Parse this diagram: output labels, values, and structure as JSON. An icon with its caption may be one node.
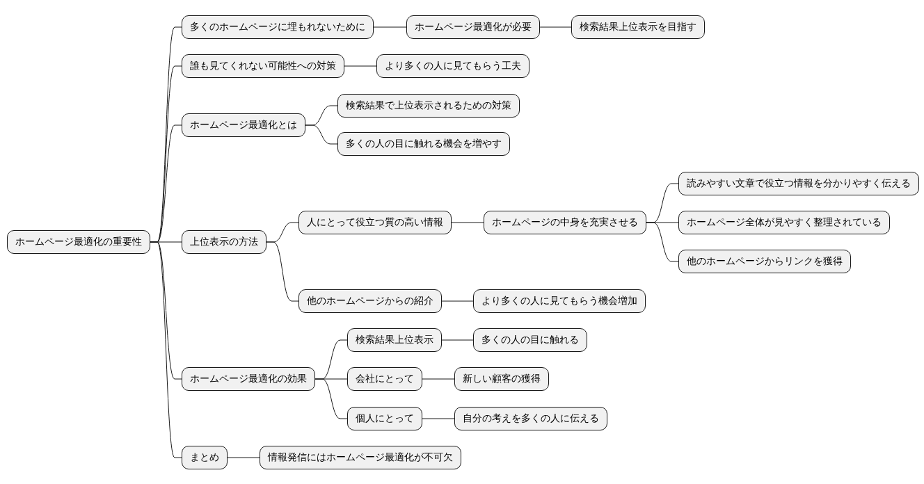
{
  "diagram": {
    "nodes": [
      {
        "text": [
          "ホームページ最適化の重要性"
        ]
      },
      {
        "text": [
          "多くのホームページに埋もれないために"
        ]
      },
      {
        "text": [
          "ホームページ最適化が必要"
        ]
      },
      {
        "text": [
          "検索結果上位表示を目指す"
        ]
      },
      {
        "text": [
          "誰も見てくれない可能性への対策"
        ]
      },
      {
        "text": [
          "より多くの人に見てもらう工夫"
        ]
      },
      {
        "text": [
          "ホームページ最適化とは"
        ]
      },
      {
        "text": [
          "検索結果で上位表示されるための対策"
        ]
      },
      {
        "text": [
          "多くの人の目に触れる機会を増やす"
        ]
      },
      {
        "text": [
          "上位表示の方法"
        ]
      },
      {
        "text": [
          "人にとって役立つ質の高い情報"
        ]
      },
      {
        "text": [
          "ホームページの中身を充実させる"
        ]
      },
      {
        "text": [
          "読みやすい文章で役立つ情報を分かりやすく伝える"
        ]
      },
      {
        "text": [
          "ホームページ全体が見やすく整理されている"
        ]
      },
      {
        "text": [
          "他のホームページからリンクを獲得"
        ]
      },
      {
        "text": [
          "他のホームページからの紹介"
        ]
      },
      {
        "text": [
          "より多くの人に見てもらう機会増加"
        ]
      },
      {
        "text": [
          "ホームページ最適化の効果"
        ]
      },
      {
        "text": [
          "検索結果上位表示"
        ]
      },
      {
        "text": [
          "多くの人の目に触れる"
        ]
      },
      {
        "text": [
          "会社にとって"
        ]
      },
      {
        "text": [
          "新しい顧客の獲得"
        ]
      },
      {
        "text": [
          "個人にとって"
        ]
      },
      {
        "text": [
          "自分の考えを多くの人に伝える"
        ]
      },
      {
        "text": [
          "まとめ"
        ]
      },
      {
        "text": [
          "情報発信にはホームページ最適化が不可欠"
        ]
      }
    ],
    "edges": [
      {
        "from": 0,
        "to": 1,
        "arrow": "none"
      },
      {
        "from": 1,
        "to": 2,
        "arrow": "none"
      },
      {
        "from": 2,
        "to": 3,
        "arrow": "none"
      },
      {
        "from": 0,
        "to": 4,
        "arrow": "none"
      },
      {
        "from": 4,
        "to": 5,
        "arrow": "none"
      },
      {
        "from": 0,
        "to": 6,
        "arrow": "none"
      },
      {
        "from": 6,
        "to": 7,
        "arrow": "none"
      },
      {
        "from": 6,
        "to": 8,
        "arrow": "none"
      },
      {
        "from": 0,
        "to": 9,
        "arrow": "none"
      },
      {
        "from": 9,
        "to": 10,
        "arrow": "none"
      },
      {
        "from": 10,
        "to": 11,
        "arrow": "none"
      },
      {
        "from": 11,
        "to": 12,
        "arrow": "none"
      },
      {
        "from": 11,
        "to": 13,
        "arrow": "none"
      },
      {
        "from": 11,
        "to": 14,
        "arrow": "none"
      },
      {
        "from": 9,
        "to": 15,
        "arrow": "none"
      },
      {
        "from": 15,
        "to": 16,
        "arrow": "none"
      },
      {
        "from": 0,
        "to": 17,
        "arrow": "none"
      },
      {
        "from": 17,
        "to": 18,
        "arrow": "none"
      },
      {
        "from": 18,
        "to": 19,
        "arrow": "none"
      },
      {
        "from": 17,
        "to": 20,
        "arrow": "none"
      },
      {
        "from": 20,
        "to": 21,
        "arrow": "none"
      },
      {
        "from": 17,
        "to": 22,
        "arrow": "none"
      },
      {
        "from": 22,
        "to": 23,
        "arrow": "none"
      },
      {
        "from": 0,
        "to": 24,
        "arrow": "none"
      },
      {
        "from": 24,
        "to": 25,
        "arrow": "none"
      }
    ]
  }
}
